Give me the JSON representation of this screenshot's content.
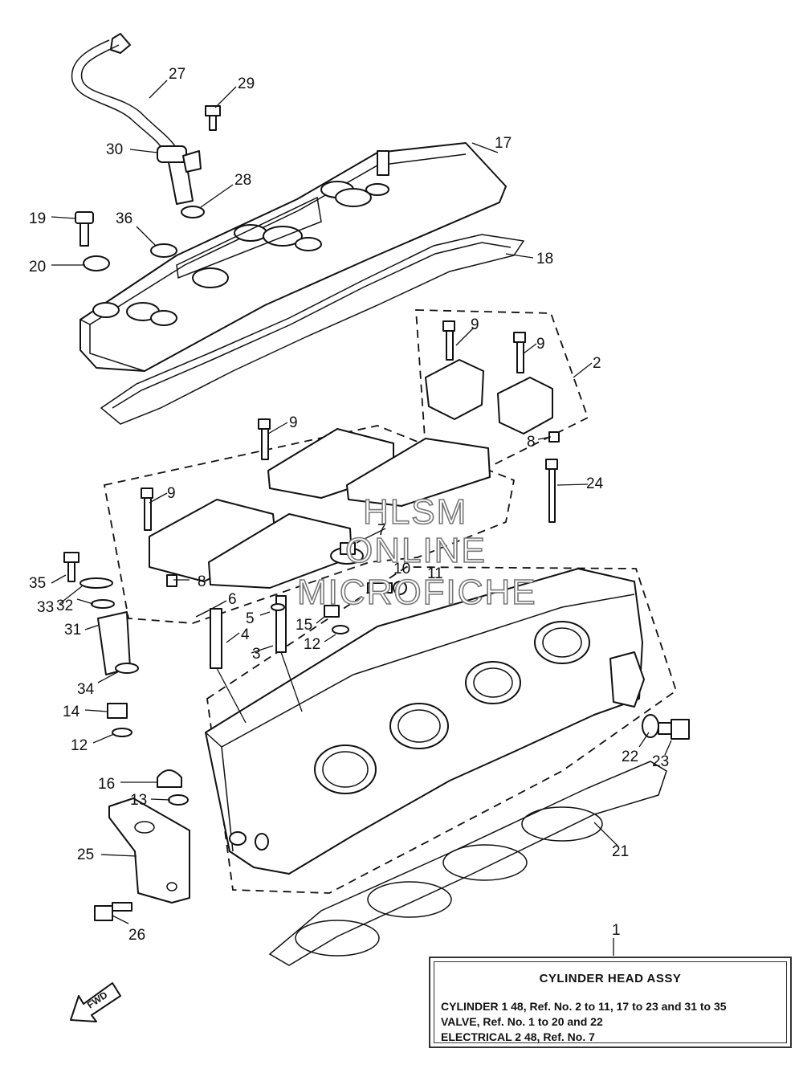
{
  "callouts": {
    "c1": "1",
    "c2": "2",
    "c3": "3",
    "c4": "4",
    "c5": "5",
    "c6": "6",
    "c7": "7",
    "c8a": "8",
    "c8b": "8",
    "c9a": "9",
    "c9b": "9",
    "c9c": "9",
    "c9d": "9",
    "c10": "10",
    "c11": "11",
    "c12a": "12",
    "c12b": "12",
    "c13": "13",
    "c14": "14",
    "c15": "15",
    "c16": "16",
    "c17": "17",
    "c18": "18",
    "c19": "19",
    "c20": "20",
    "c21": "21",
    "c22": "22",
    "c23": "23",
    "c24": "24",
    "c25": "25",
    "c26": "26",
    "c27": "27",
    "c28": "28",
    "c29": "29",
    "c30": "30",
    "c31": "31",
    "c32": "32",
    "c33": "33",
    "c34": "34",
    "c35": "35",
    "c36": "36"
  },
  "watermark": {
    "line1": "HLSM",
    "line2": "ONLINE",
    "line3": "MICROFICHE"
  },
  "fwd_label": "FWD",
  "info_box": {
    "title": "CYLINDER HEAD ASSY",
    "lines": [
      "CYLINDER 1  48, Ref. No. 2 to 11, 17 to 23 and 31 to 35",
      "VALVE,  Ref. No. 1 to 20 and 22",
      "ELECTRICAL 2 48, Ref. No. 7"
    ]
  }
}
